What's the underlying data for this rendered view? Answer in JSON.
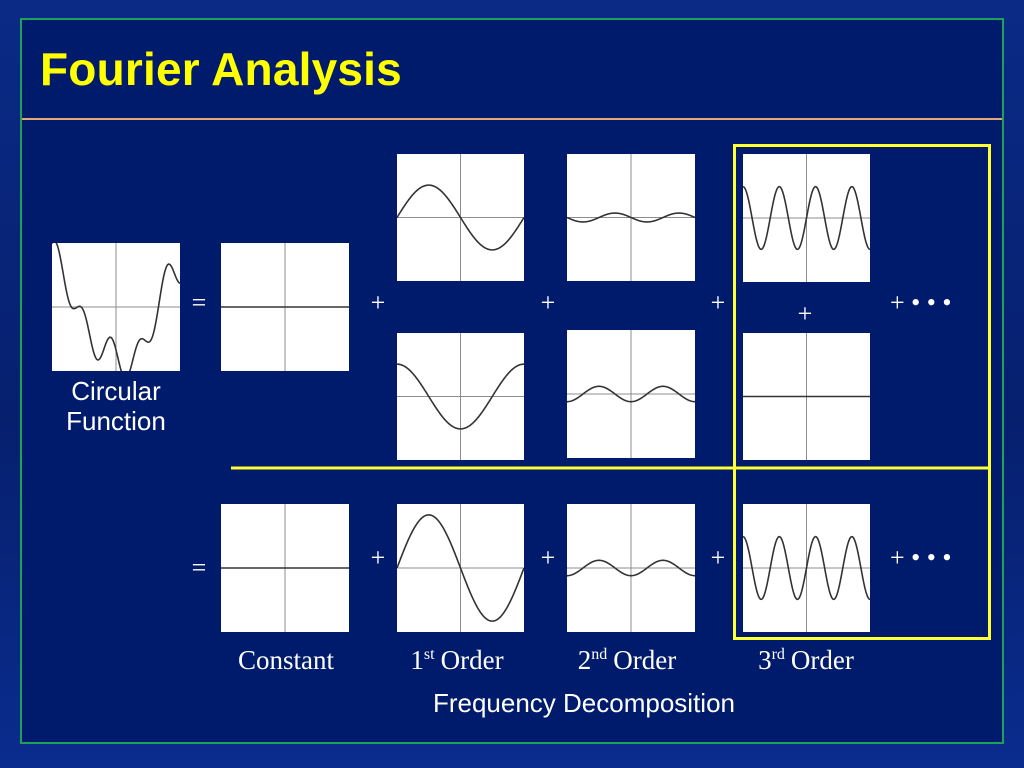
{
  "slide": {
    "title": "Fourier Analysis",
    "subtitle": "Frequency Decomposition",
    "source_label": [
      "Circular",
      "Function"
    ],
    "equals": "=",
    "plus": "+",
    "plus_dots": "+ • • •",
    "order_labels": {
      "constant": "Constant",
      "first": {
        "num": "1",
        "sup": "st",
        "word": "Order"
      },
      "second": {
        "num": "2",
        "sup": "nd",
        "word": "Order"
      },
      "third": {
        "num": "3",
        "sup": "rd",
        "word": "Order"
      }
    }
  },
  "colors": {
    "background": "#001b6b",
    "title": "#ffff00",
    "highlight": "#ffff33",
    "text": "#ffffff",
    "panel": "#ffffff",
    "axis": "#8c8c8c",
    "curve": "#333333"
  },
  "waveforms": {
    "source": {
      "kind": "composite"
    },
    "const_top": {
      "kind": "sine",
      "amplitude": 0,
      "cycles": 0,
      "phase": 0
    },
    "sin1": {
      "kind": "sine",
      "amplitude": 0.51,
      "cycles": 1,
      "phase": 0
    },
    "cos1": {
      "kind": "sine",
      "amplitude": 0.51,
      "cycles": 1,
      "phase": 90
    },
    "sin2": {
      "kind": "sine",
      "amplitude": 0.07,
      "cycles": 2,
      "phase": 180
    },
    "cos2": {
      "kind": "sine",
      "amplitude": 0.12,
      "cycles": 2,
      "phase": 270
    },
    "sin3": {
      "kind": "sine",
      "amplitude": 0.49,
      "cycles": 3.5,
      "phase": 90
    },
    "cos3": {
      "kind": "sine",
      "amplitude": 0,
      "cycles": 0,
      "phase": 0
    },
    "const_bottom": {
      "kind": "sine",
      "amplitude": 0,
      "cycles": 0,
      "phase": 0
    },
    "mag1": {
      "kind": "sine",
      "amplitude": 0.83,
      "cycles": 1,
      "phase": 0
    },
    "mag2": {
      "kind": "sine",
      "amplitude": 0.12,
      "cycles": 2,
      "phase": 270
    },
    "mag3": {
      "kind": "sine",
      "amplitude": 0.49,
      "cycles": 3.5,
      "phase": 90
    }
  }
}
